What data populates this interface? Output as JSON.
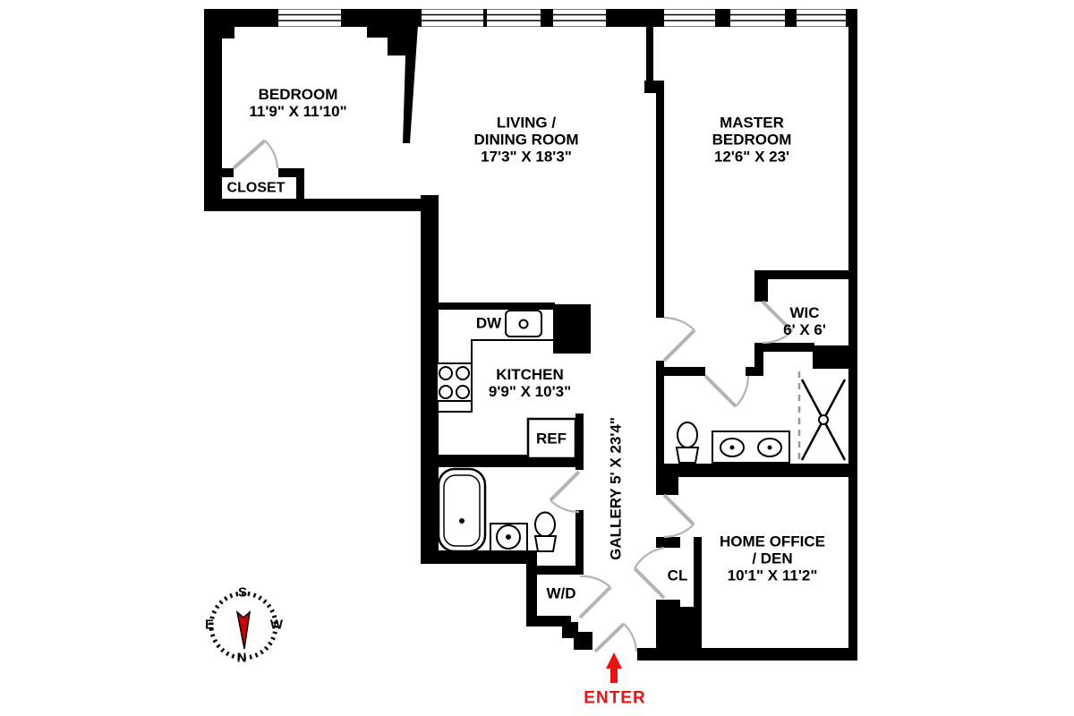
{
  "plan": {
    "rooms": {
      "bedroom": {
        "lines": [
          "BEDROOM",
          "11'9\" X 11'10\""
        ]
      },
      "closet": {
        "lines": [
          "CLOSET"
        ]
      },
      "living_dining": {
        "lines": [
          "LIVING /",
          "DINING ROOM",
          "17'3\" X 18'3\""
        ]
      },
      "master_bedroom": {
        "lines": [
          "MASTER",
          "BEDROOM",
          "12'6\" X 23'"
        ]
      },
      "wic": {
        "lines": [
          "WIC",
          "6' X 6'"
        ]
      },
      "kitchen": {
        "lines": [
          "KITCHEN",
          "9'9\" X 10'3\""
        ]
      },
      "gallery": {
        "lines": [
          "GALLERY 5' X 23'4\""
        ]
      },
      "home_office": {
        "lines": [
          "HOME OFFICE",
          "/ DEN",
          "10'1\" X 11'2\""
        ]
      },
      "closet_small": {
        "lines": [
          "CL"
        ]
      },
      "washer_dryer": {
        "lines": [
          "W/D"
        ]
      }
    },
    "appliances": {
      "dishwasher": "DW",
      "refrigerator": "REF"
    },
    "entry": {
      "label": "ENTER"
    },
    "compass": {
      "north": "N",
      "south": "S",
      "east": "E",
      "west": "W"
    },
    "colors": {
      "wall": "#000000",
      "door_swing": "#b3b3b3",
      "accent_red": "#ee1111",
      "needle_red": "#cc0000"
    }
  }
}
